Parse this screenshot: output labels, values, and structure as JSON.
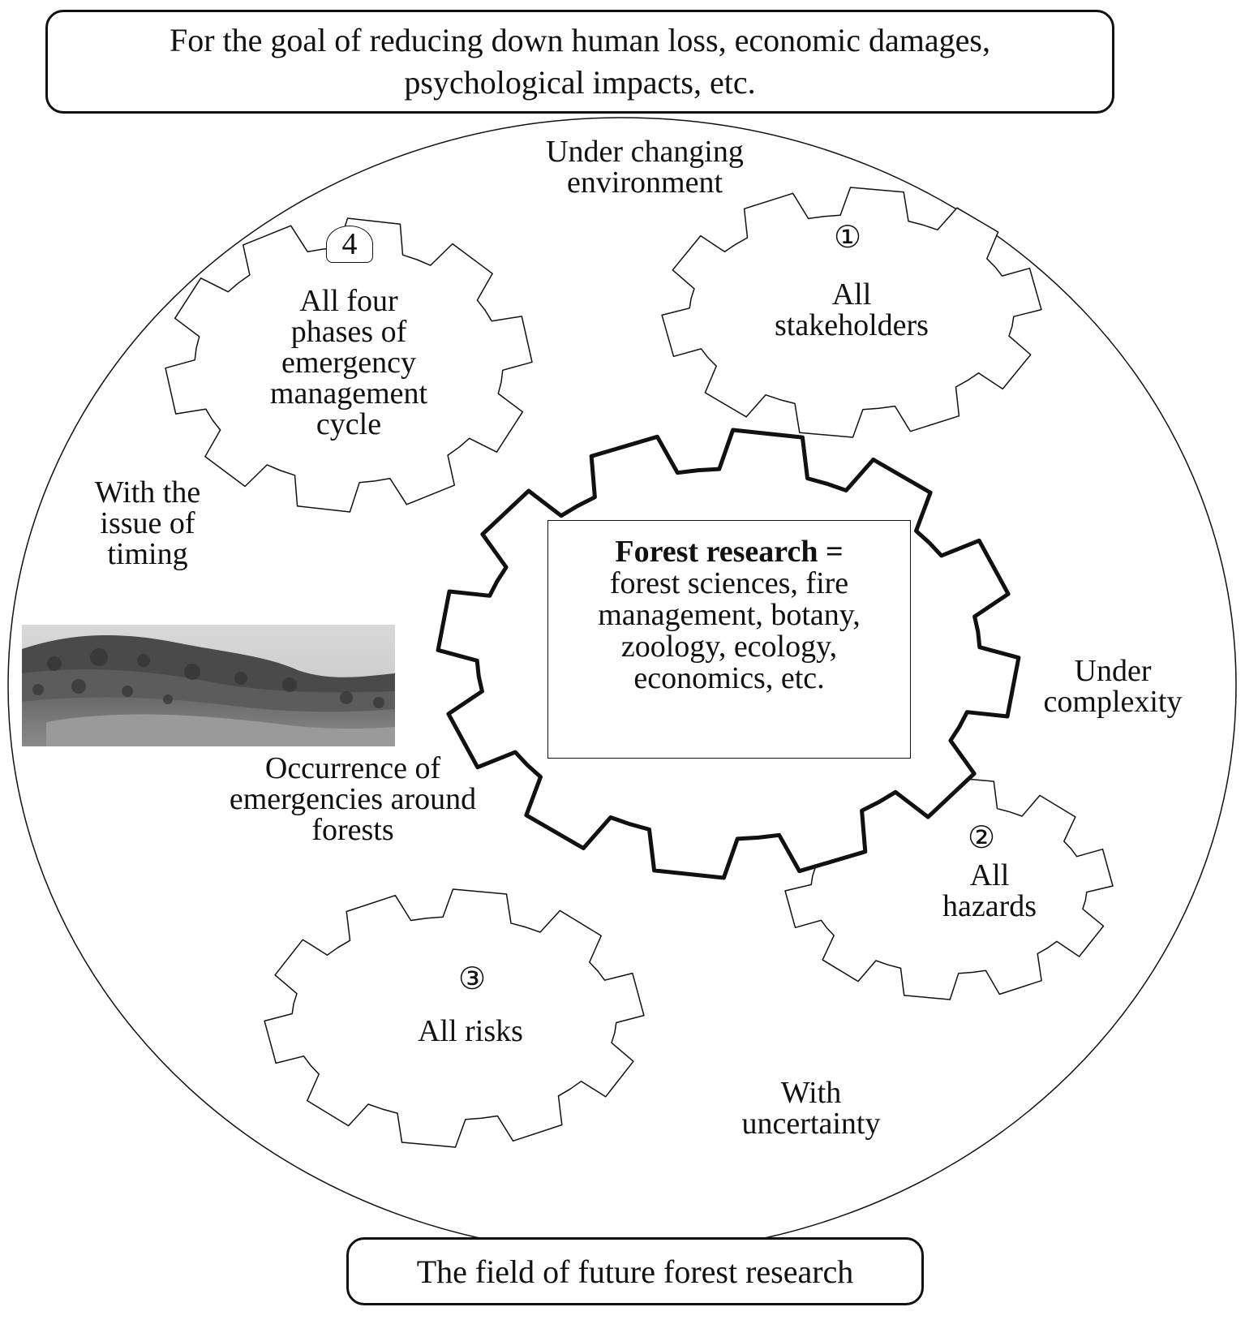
{
  "goal_text": "For the goal of reducing down human loss, economic damages, psychological impacts, etc.",
  "field_text": "The field of future forest research",
  "context_labels": {
    "environment": "Under changing\nenvironment",
    "timing": "With the\nissue of\ntiming",
    "complexity": "Under\ncomplexity",
    "uncertainty": "With\nuncertainty",
    "occurrence": "Occurrence of\nemergencies around\nforests"
  },
  "center": {
    "title": "Forest research =",
    "body": "forest sciences, fire management, botany, zoology, ecology, economics, etc."
  },
  "gears": [
    {
      "id": "stakeholders",
      "number": "①",
      "label": "All\nstakeholders"
    },
    {
      "id": "hazards",
      "number": "②",
      "label": "All\nhazards"
    },
    {
      "id": "risks",
      "number": "③",
      "label": "All risks"
    },
    {
      "id": "phases",
      "number": "4",
      "label": "All four\nphases of\nemergency\nmanagement\ncycle"
    }
  ]
}
